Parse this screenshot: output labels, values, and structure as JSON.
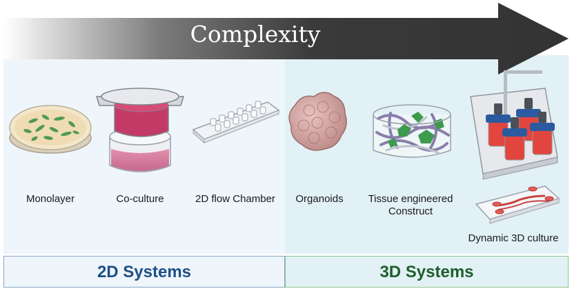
{
  "header": {
    "title": "Complexity"
  },
  "items": {
    "monolayer": "Monolayer",
    "coculture": "Co-culture",
    "flow_chamber": "2D flow Chamber",
    "organoids": "Organoids",
    "tissue_line1": "Tissue engineered",
    "tissue_line2": "Construct",
    "dynamic": "Dynamic 3D culture"
  },
  "sections": {
    "two_d": "2D Systems",
    "three_d": "3D Systems"
  },
  "colors": {
    "arrow_dark": "#3a3a3a",
    "blue_text": "#1f4f86",
    "green_text": "#1f5e2b"
  }
}
